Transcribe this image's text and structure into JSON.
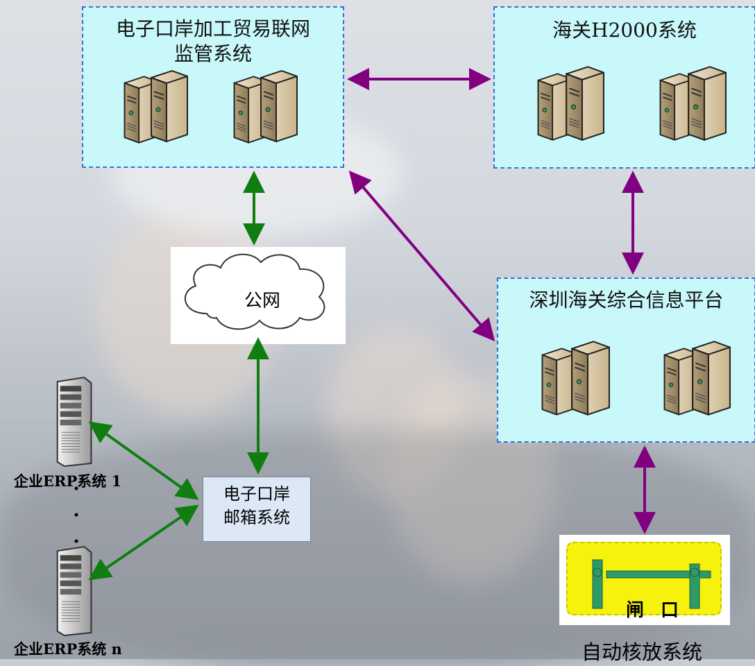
{
  "groups": {
    "ep_supervision": {
      "title_line1": "电子口岸加工贸易联网",
      "title_line2": "监管系统"
    },
    "h2000": {
      "title": "海关H2000系统"
    },
    "shenzhen_platform": {
      "title": "深圳海关综合信息平台"
    }
  },
  "nodes": {
    "public_network": "公网",
    "mailbox_line1": "电子口岸",
    "mailbox_line2": "邮箱系统",
    "erp_1": "企业ERP系统 1",
    "erp_n": "企业ERP系统 n",
    "gate": "闸口",
    "auto_release": "自动核放系统"
  },
  "colors": {
    "box_fill": "#c9f8fa",
    "box_border": "#3d6fd1",
    "arrow_purple": "#800080",
    "arrow_green": "#0f7d0f",
    "gate_yellow": "#f6f20d",
    "gate_green": "#2e9a6a"
  },
  "icons": [
    "server-pair-icon",
    "rack-server-icon",
    "cloud-icon",
    "gate-barrier-icon"
  ]
}
